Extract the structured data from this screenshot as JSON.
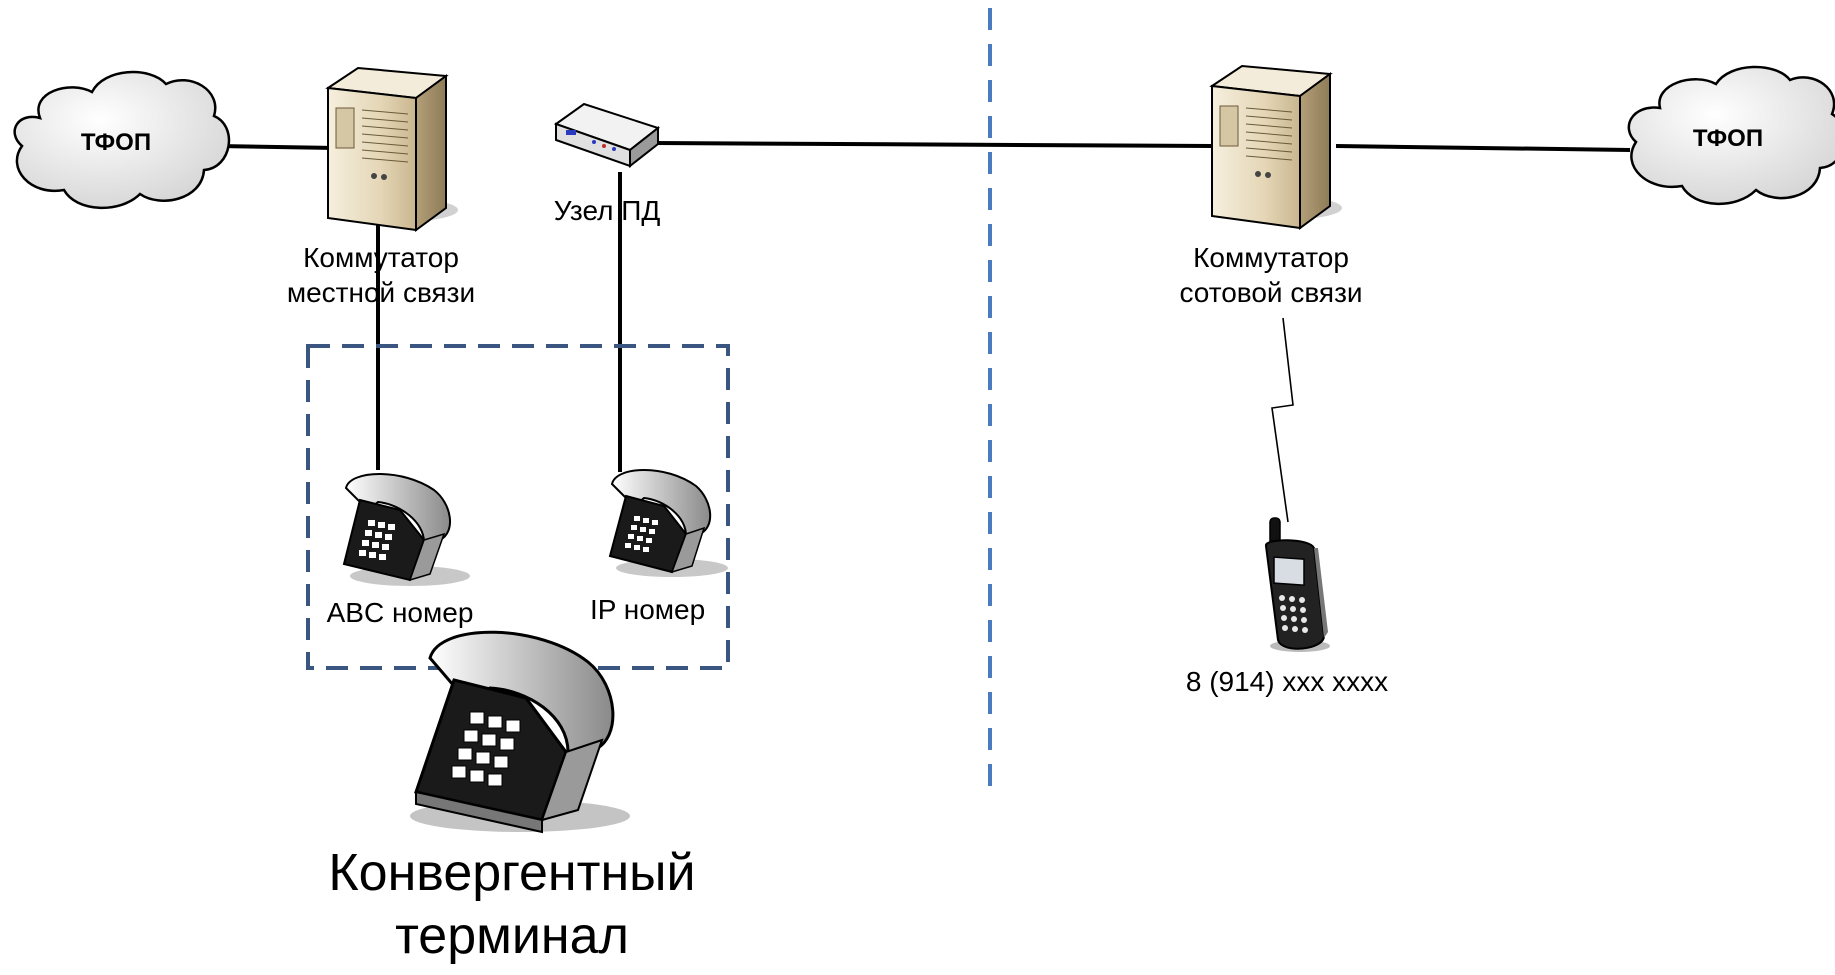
{
  "clouds": {
    "left_label": "ТФОП",
    "right_label": "ТФОП"
  },
  "local_switch": {
    "line1": "Коммутатор",
    "line2": "местной связи"
  },
  "data_node": {
    "label": "Узел ПД"
  },
  "cellular_switch": {
    "line1": "Коммутатор",
    "line2": "сотовой связи"
  },
  "phones": {
    "abc_label": "ABC номер",
    "ip_label": "IP номер"
  },
  "mobile": {
    "number": "8 (914) xxx xxxx"
  },
  "terminal": {
    "line1": "Конвергентный",
    "line2": "терминал"
  },
  "colors": {
    "divider": "#4a7abf",
    "group_box": "#3a5580",
    "line": "#000000",
    "server_body": "#e8dcc0",
    "cloud_fill": "#e6e6e6"
  }
}
